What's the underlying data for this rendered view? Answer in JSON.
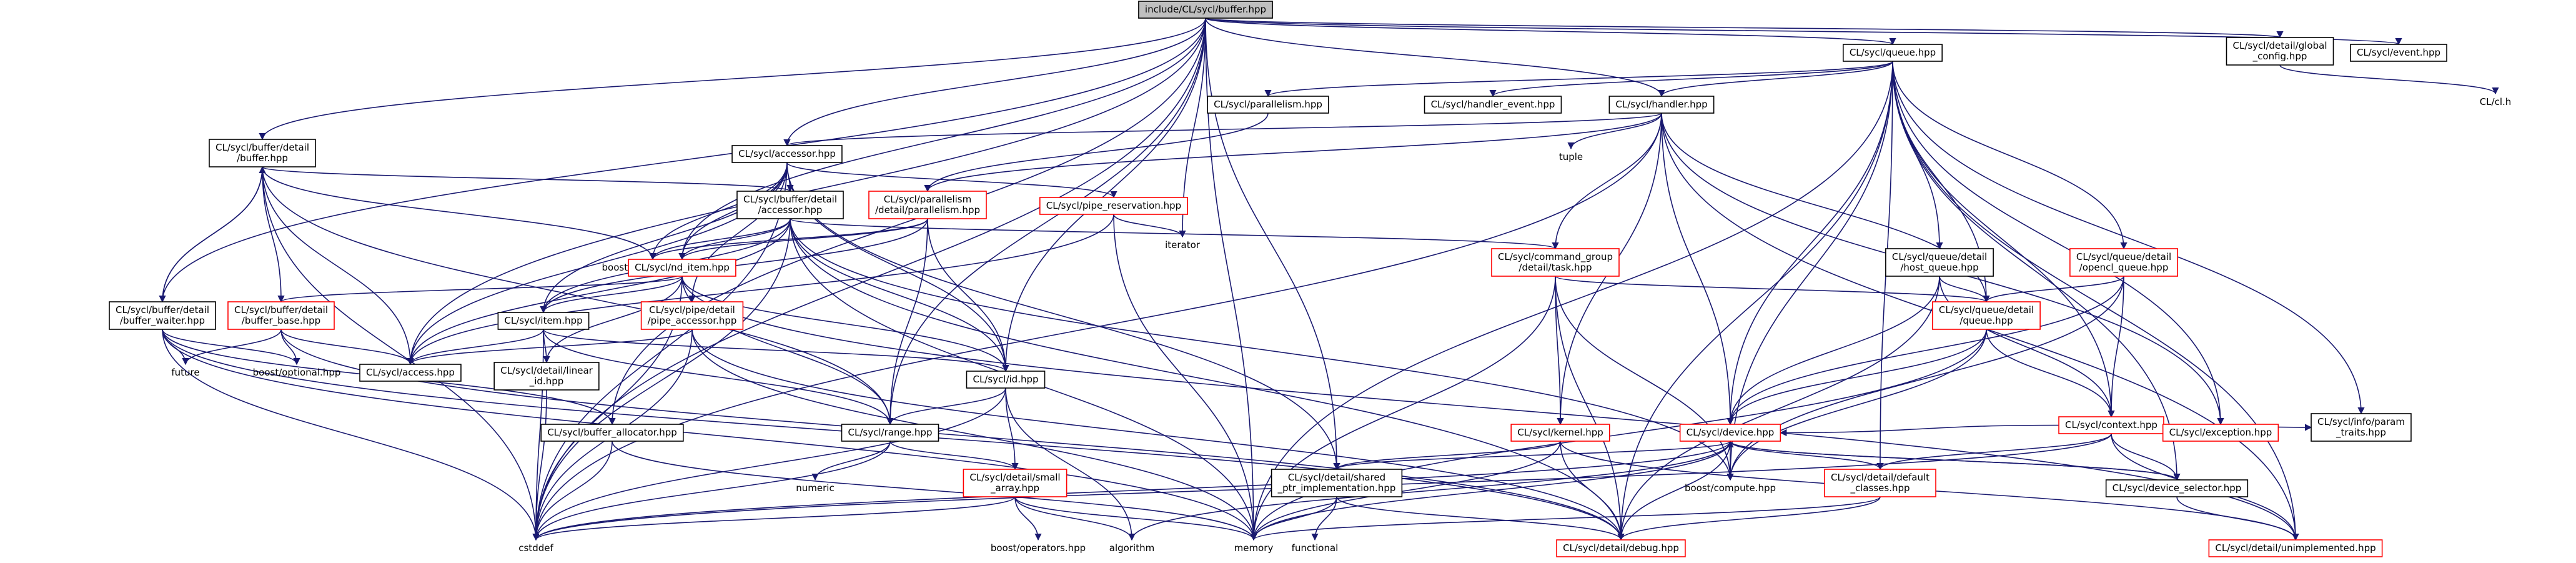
{
  "colors": {
    "edge": "#191970",
    "root_fill": "#bfbfbf",
    "node_fill": "#ffffff",
    "node_border": "#000000",
    "link_border": "#ff0000",
    "plain_text": "#000000"
  },
  "nodes": [
    {
      "id": "root",
      "lines": [
        "include/CL/sycl/buffer.hpp"
      ],
      "style": "root"
    },
    {
      "id": "queue",
      "lines": [
        "CL/sycl/queue.hpp"
      ],
      "style": "box"
    },
    {
      "id": "global_config",
      "lines": [
        "CL/sycl/detail/global",
        "_config.hpp"
      ],
      "style": "box"
    },
    {
      "id": "event",
      "lines": [
        "CL/sycl/event.hpp"
      ],
      "style": "box"
    },
    {
      "id": "clh",
      "lines": [
        "CL/cl.h"
      ],
      "style": "plain"
    },
    {
      "id": "parallelism",
      "lines": [
        "CL/sycl/parallelism.hpp"
      ],
      "style": "box"
    },
    {
      "id": "handler_event",
      "lines": [
        "CL/sycl/handler_event.hpp"
      ],
      "style": "box"
    },
    {
      "id": "handler",
      "lines": [
        "CL/sycl/handler.hpp"
      ],
      "style": "box"
    },
    {
      "id": "buffer_detail",
      "lines": [
        "CL/sycl/buffer/detail",
        "/buffer.hpp"
      ],
      "style": "box"
    },
    {
      "id": "accessor",
      "lines": [
        "CL/sycl/accessor.hpp"
      ],
      "style": "box"
    },
    {
      "id": "tuple",
      "lines": [
        "tuple"
      ],
      "style": "plain"
    },
    {
      "id": "buffer_accessor",
      "lines": [
        "CL/sycl/buffer/detail",
        "/accessor.hpp"
      ],
      "style": "box"
    },
    {
      "id": "par_detail",
      "lines": [
        "CL/sycl/parallelism",
        "/detail/parallelism.hpp"
      ],
      "style": "link"
    },
    {
      "id": "pipe_reservation",
      "lines": [
        "CL/sycl/pipe_reservation.hpp"
      ],
      "style": "link"
    },
    {
      "id": "iterator",
      "lines": [
        "iterator"
      ],
      "style": "plain"
    },
    {
      "id": "multi_array",
      "lines": [
        "boost/multi_array.hpp"
      ],
      "style": "plain"
    },
    {
      "id": "nd_item",
      "lines": [
        "CL/sycl/nd_item.hpp"
      ],
      "style": "link"
    },
    {
      "id": "command_group_task",
      "lines": [
        "CL/sycl/command_group",
        "/detail/task.hpp"
      ],
      "style": "link"
    },
    {
      "id": "host_queue",
      "lines": [
        "CL/sycl/queue/detail",
        "/host_queue.hpp"
      ],
      "style": "box"
    },
    {
      "id": "opencl_queue",
      "lines": [
        "CL/sycl/queue/detail",
        "/opencl_queue.hpp"
      ],
      "style": "link"
    },
    {
      "id": "buffer_waiter",
      "lines": [
        "CL/sycl/buffer/detail",
        "/buffer_waiter.hpp"
      ],
      "style": "box"
    },
    {
      "id": "buffer_base",
      "lines": [
        "CL/sycl/buffer/detail",
        "/buffer_base.hpp"
      ],
      "style": "link"
    },
    {
      "id": "item",
      "lines": [
        "CL/sycl/item.hpp"
      ],
      "style": "box"
    },
    {
      "id": "pipe_accessor",
      "lines": [
        "CL/sycl/pipe/detail",
        "/pipe_accessor.hpp"
      ],
      "style": "link"
    },
    {
      "id": "queue_detail",
      "lines": [
        "CL/sycl/queue/detail",
        "/queue.hpp"
      ],
      "style": "link"
    },
    {
      "id": "future",
      "lines": [
        "future"
      ],
      "style": "plain"
    },
    {
      "id": "boost_optional",
      "lines": [
        "boost/optional.hpp"
      ],
      "style": "plain"
    },
    {
      "id": "access",
      "lines": [
        "CL/sycl/access.hpp"
      ],
      "style": "box"
    },
    {
      "id": "linear_id",
      "lines": [
        "CL/sycl/detail/linear",
        "_id.hpp"
      ],
      "style": "box"
    },
    {
      "id": "id",
      "lines": [
        "CL/sycl/id.hpp"
      ],
      "style": "box"
    },
    {
      "id": "context",
      "lines": [
        "CL/sycl/context.hpp"
      ],
      "style": "link"
    },
    {
      "id": "kernel",
      "lines": [
        "CL/sycl/kernel.hpp"
      ],
      "style": "link"
    },
    {
      "id": "buffer_allocator",
      "lines": [
        "CL/sycl/buffer_allocator.hpp"
      ],
      "style": "box"
    },
    {
      "id": "range",
      "lines": [
        "CL/sycl/range.hpp"
      ],
      "style": "box"
    },
    {
      "id": "device",
      "lines": [
        "CL/sycl/device.hpp"
      ],
      "style": "link"
    },
    {
      "id": "exception",
      "lines": [
        "CL/sycl/exception.hpp"
      ],
      "style": "link"
    },
    {
      "id": "param_traits",
      "lines": [
        "CL/sycl/info/param",
        "_traits.hpp"
      ],
      "style": "box"
    },
    {
      "id": "numeric",
      "lines": [
        "numeric"
      ],
      "style": "plain"
    },
    {
      "id": "small_array",
      "lines": [
        "CL/sycl/detail/small",
        "_array.hpp"
      ],
      "style": "link"
    },
    {
      "id": "shared_ptr",
      "lines": [
        "CL/sycl/detail/shared",
        "_ptr_implementation.hpp"
      ],
      "style": "box"
    },
    {
      "id": "boost_compute",
      "lines": [
        "boost/compute.hpp"
      ],
      "style": "plain"
    },
    {
      "id": "default_classes",
      "lines": [
        "CL/sycl/detail/default",
        "_classes.hpp"
      ],
      "style": "link"
    },
    {
      "id": "device_selector",
      "lines": [
        "CL/sycl/device_selector.hpp"
      ],
      "style": "box"
    },
    {
      "id": "cstddef",
      "lines": [
        "cstddef"
      ],
      "style": "plain"
    },
    {
      "id": "boost_operators",
      "lines": [
        "boost/operators.hpp"
      ],
      "style": "plain"
    },
    {
      "id": "algorithm",
      "lines": [
        "algorithm"
      ],
      "style": "plain"
    },
    {
      "id": "memory",
      "lines": [
        "memory"
      ],
      "style": "plain"
    },
    {
      "id": "functional",
      "lines": [
        "functional"
      ],
      "style": "plain"
    },
    {
      "id": "debug",
      "lines": [
        "CL/sycl/detail/debug.hpp"
      ],
      "style": "link"
    },
    {
      "id": "unimplemented",
      "lines": [
        "CL/sycl/detail/unimplemented.hpp"
      ],
      "style": "link"
    }
  ],
  "edges": [
    [
      "root",
      "queue"
    ],
    [
      "root",
      "global_config"
    ],
    [
      "root",
      "event"
    ],
    [
      "root",
      "buffer_detail"
    ],
    [
      "root",
      "accessor"
    ],
    [
      "root",
      "buffer_waiter"
    ],
    [
      "root",
      "access"
    ],
    [
      "root",
      "cstddef"
    ],
    [
      "root",
      "iterator"
    ],
    [
      "root",
      "memory"
    ],
    [
      "root",
      "range"
    ],
    [
      "root",
      "id"
    ],
    [
      "root",
      "shared_ptr"
    ],
    [
      "root",
      "handler"
    ],
    [
      "root",
      "buffer_allocator"
    ],
    [
      "root",
      "nd_item"
    ],
    [
      "global_config",
      "clh"
    ],
    [
      "queue",
      "parallelism"
    ],
    [
      "queue",
      "handler_event"
    ],
    [
      "queue",
      "handler"
    ],
    [
      "queue",
      "host_queue"
    ],
    [
      "queue",
      "opencl_queue"
    ],
    [
      "queue",
      "queue_detail"
    ],
    [
      "queue",
      "context"
    ],
    [
      "queue",
      "device"
    ],
    [
      "queue",
      "exception"
    ],
    [
      "queue",
      "param_traits"
    ],
    [
      "queue",
      "boost_compute"
    ],
    [
      "queue",
      "memory"
    ],
    [
      "queue",
      "device_selector"
    ],
    [
      "queue",
      "debug"
    ],
    [
      "queue",
      "unimplemented"
    ],
    [
      "queue",
      "default_classes"
    ],
    [
      "parallelism",
      "par_detail"
    ],
    [
      "handler",
      "accessor"
    ],
    [
      "handler",
      "tuple"
    ],
    [
      "handler",
      "par_detail"
    ],
    [
      "handler",
      "command_group_task"
    ],
    [
      "handler",
      "kernel"
    ],
    [
      "handler",
      "queue_detail"
    ],
    [
      "handler",
      "cstddef"
    ],
    [
      "handler",
      "exception"
    ],
    [
      "handler",
      "unimplemented"
    ],
    [
      "handler",
      "device"
    ],
    [
      "buffer_detail",
      "buffer_accessor"
    ],
    [
      "buffer_detail",
      "buffer_waiter"
    ],
    [
      "buffer_detail",
      "buffer_base"
    ],
    [
      "buffer_detail",
      "access"
    ],
    [
      "buffer_detail",
      "cstddef"
    ],
    [
      "buffer_detail",
      "multi_array"
    ],
    [
      "buffer_detail",
      "range"
    ],
    [
      "accessor",
      "buffer_accessor"
    ],
    [
      "accessor",
      "pipe_reservation"
    ],
    [
      "accessor",
      "nd_item"
    ],
    [
      "accessor",
      "item"
    ],
    [
      "accessor",
      "pipe_accessor"
    ],
    [
      "accessor",
      "id"
    ],
    [
      "accessor",
      "access"
    ],
    [
      "accessor",
      "multi_array"
    ],
    [
      "accessor",
      "shared_ptr"
    ],
    [
      "accessor",
      "cstddef"
    ],
    [
      "buffer_accessor",
      "access"
    ],
    [
      "buffer_accessor",
      "nd_item"
    ],
    [
      "buffer_accessor",
      "item"
    ],
    [
      "buffer_accessor",
      "id"
    ],
    [
      "buffer_accessor",
      "command_group_task"
    ],
    [
      "buffer_accessor",
      "debug"
    ],
    [
      "buffer_accessor",
      "multi_array"
    ],
    [
      "buffer_accessor",
      "memory"
    ],
    [
      "buffer_accessor",
      "cstddef"
    ],
    [
      "buffer_accessor",
      "boost_compute"
    ],
    [
      "par_detail",
      "nd_item"
    ],
    [
      "par_detail",
      "item"
    ],
    [
      "par_detail",
      "id"
    ],
    [
      "par_detail",
      "range"
    ],
    [
      "par_detail",
      "multi_array"
    ],
    [
      "pipe_reservation",
      "iterator"
    ],
    [
      "pipe_reservation",
      "memory"
    ],
    [
      "pipe_reservation",
      "access"
    ],
    [
      "nd_item",
      "item"
    ],
    [
      "nd_item",
      "id"
    ],
    [
      "nd_item",
      "range"
    ],
    [
      "nd_item",
      "linear_id"
    ],
    [
      "nd_item",
      "cstddef"
    ],
    [
      "nd_item",
      "unimplemented"
    ],
    [
      "nd_item",
      "buffer_base"
    ],
    [
      "command_group_task",
      "queue_detail"
    ],
    [
      "command_group_task",
      "kernel"
    ],
    [
      "command_group_task",
      "debug"
    ],
    [
      "command_group_task",
      "memory"
    ],
    [
      "command_group_task",
      "boost_compute"
    ],
    [
      "host_queue",
      "queue_detail"
    ],
    [
      "host_queue",
      "device"
    ],
    [
      "host_queue",
      "debug"
    ],
    [
      "host_queue",
      "context"
    ],
    [
      "opencl_queue",
      "queue_detail"
    ],
    [
      "opencl_queue",
      "context"
    ],
    [
      "opencl_queue",
      "device"
    ],
    [
      "opencl_queue",
      "boost_compute"
    ],
    [
      "buffer_waiter",
      "buffer_detail"
    ],
    [
      "buffer_waiter",
      "future"
    ],
    [
      "buffer_waiter",
      "boost_optional"
    ],
    [
      "buffer_waiter",
      "buffer_allocator"
    ],
    [
      "buffer_waiter",
      "cstddef"
    ],
    [
      "buffer_waiter",
      "memory"
    ],
    [
      "buffer_waiter",
      "debug"
    ],
    [
      "buffer_base",
      "future"
    ],
    [
      "buffer_base",
      "boost_optional"
    ],
    [
      "buffer_base",
      "access"
    ],
    [
      "buffer_base",
      "debug"
    ],
    [
      "item",
      "id"
    ],
    [
      "item",
      "range"
    ],
    [
      "item",
      "linear_id"
    ],
    [
      "item",
      "cstddef"
    ],
    [
      "item",
      "access"
    ],
    [
      "pipe_accessor",
      "access"
    ],
    [
      "pipe_accessor",
      "cstddef"
    ],
    [
      "pipe_accessor",
      "debug"
    ],
    [
      "pipe_accessor",
      "memory"
    ],
    [
      "queue_detail",
      "device"
    ],
    [
      "queue_detail",
      "context"
    ],
    [
      "queue_detail",
      "boost_compute"
    ],
    [
      "queue_detail",
      "memory"
    ],
    [
      "linear_id",
      "cstddef"
    ],
    [
      "id",
      "range"
    ],
    [
      "id",
      "small_array"
    ],
    [
      "id",
      "cstddef"
    ],
    [
      "id",
      "algorithm"
    ],
    [
      "context",
      "device"
    ],
    [
      "context",
      "exception"
    ],
    [
      "context",
      "param_traits"
    ],
    [
      "context",
      "default_classes"
    ],
    [
      "context",
      "device_selector"
    ],
    [
      "context",
      "unimplemented"
    ],
    [
      "context",
      "cstddef"
    ],
    [
      "kernel",
      "shared_ptr"
    ],
    [
      "kernel",
      "debug"
    ],
    [
      "kernel",
      "unimplemented"
    ],
    [
      "kernel",
      "memory"
    ],
    [
      "buffer_allocator",
      "cstddef"
    ],
    [
      "buffer_allocator",
      "memory"
    ],
    [
      "range",
      "small_array"
    ],
    [
      "range",
      "numeric"
    ],
    [
      "range",
      "cstddef"
    ],
    [
      "device",
      "boost_compute"
    ],
    [
      "device",
      "default_classes"
    ],
    [
      "device",
      "device_selector"
    ],
    [
      "device",
      "shared_ptr"
    ],
    [
      "device",
      "cstddef"
    ],
    [
      "device",
      "memory"
    ],
    [
      "device",
      "algorithm"
    ],
    [
      "device",
      "debug"
    ],
    [
      "small_array",
      "boost_operators"
    ],
    [
      "small_array",
      "algorithm"
    ],
    [
      "small_array",
      "memory"
    ],
    [
      "small_array",
      "cstddef"
    ],
    [
      "shared_ptr",
      "functional"
    ],
    [
      "shared_ptr",
      "memory"
    ],
    [
      "shared_ptr",
      "debug"
    ],
    [
      "default_classes",
      "memory"
    ],
    [
      "default_classes",
      "debug"
    ],
    [
      "device_selector",
      "device"
    ],
    [
      "device_selector",
      "unimplemented"
    ]
  ]
}
